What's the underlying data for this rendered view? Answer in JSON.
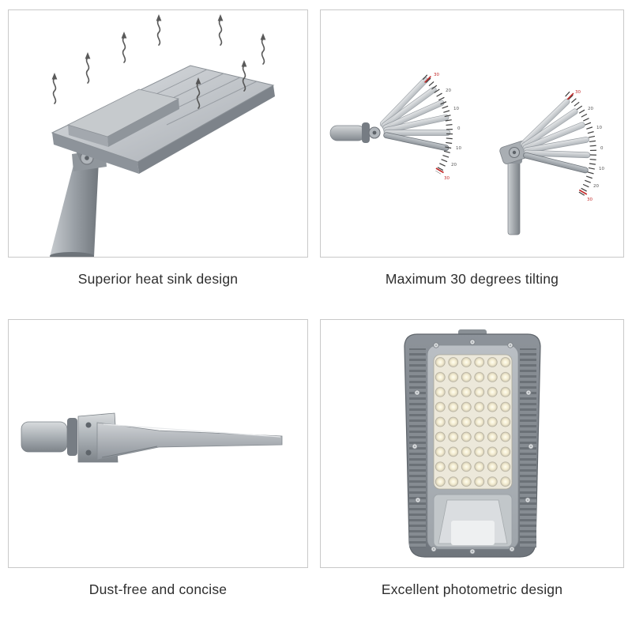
{
  "page": {
    "background_color": "#ffffff"
  },
  "panels": [
    {
      "id": "heat-sink",
      "caption": "Superior heat sink design"
    },
    {
      "id": "tilting",
      "caption": "Maximum 30 degrees tilting",
      "scale_labels": [
        "30",
        "20",
        "10",
        "0",
        "10",
        "20",
        "30"
      ],
      "scale_accent_color": "#c22a2a"
    },
    {
      "id": "dust-free",
      "caption": "Dust-free and concise"
    },
    {
      "id": "photometric",
      "caption": "Excellent photometric design"
    }
  ]
}
